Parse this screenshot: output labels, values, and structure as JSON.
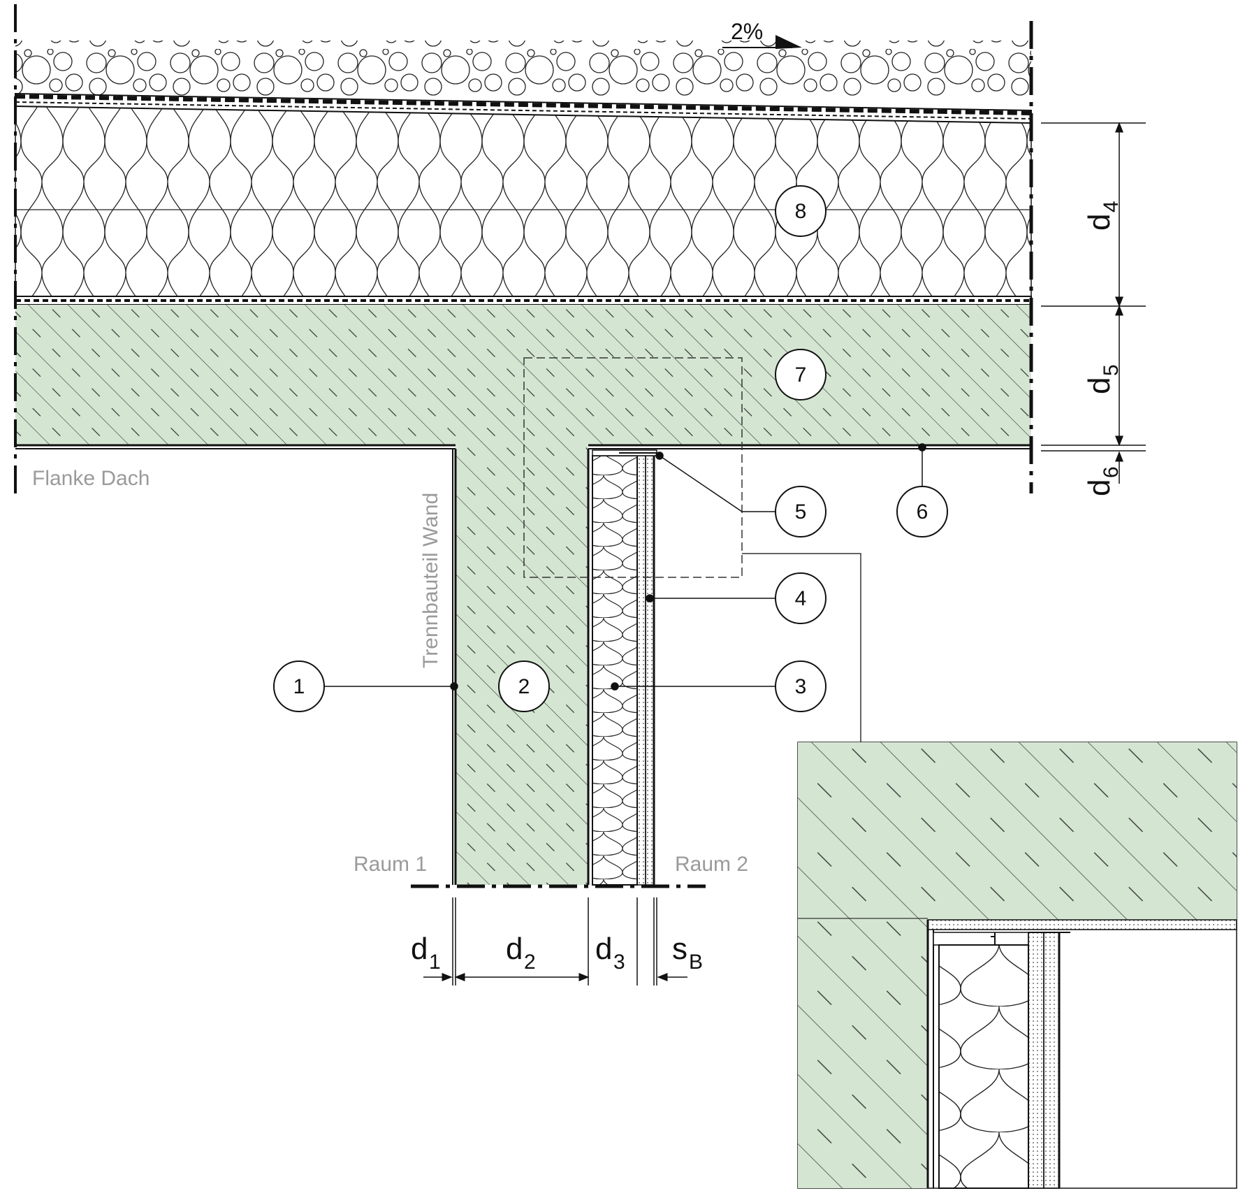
{
  "labels": {
    "flanke_dach": "Flanke Dach",
    "trennbauteil_wand": "Trennbauteil Wand",
    "raum_1": "Raum 1",
    "raum_2": "Raum 2",
    "slope": "2%"
  },
  "dimensions": {
    "d1": {
      "base": "d",
      "sub": "1"
    },
    "d2": {
      "base": "d",
      "sub": "2"
    },
    "d3": {
      "base": "d",
      "sub": "3"
    },
    "sB": {
      "base": "s",
      "sub": "B"
    },
    "d4": {
      "base": "d",
      "sub": "4"
    },
    "d5": {
      "base": "d",
      "sub": "5"
    },
    "d6": {
      "base": "d",
      "sub": "6"
    }
  },
  "callouts": [
    "1",
    "2",
    "3",
    "4",
    "5",
    "6",
    "7",
    "8"
  ],
  "colors": {
    "concrete_fill": "#d4e6d2",
    "line": "#111111",
    "label_gray": "#9a9a9a"
  }
}
